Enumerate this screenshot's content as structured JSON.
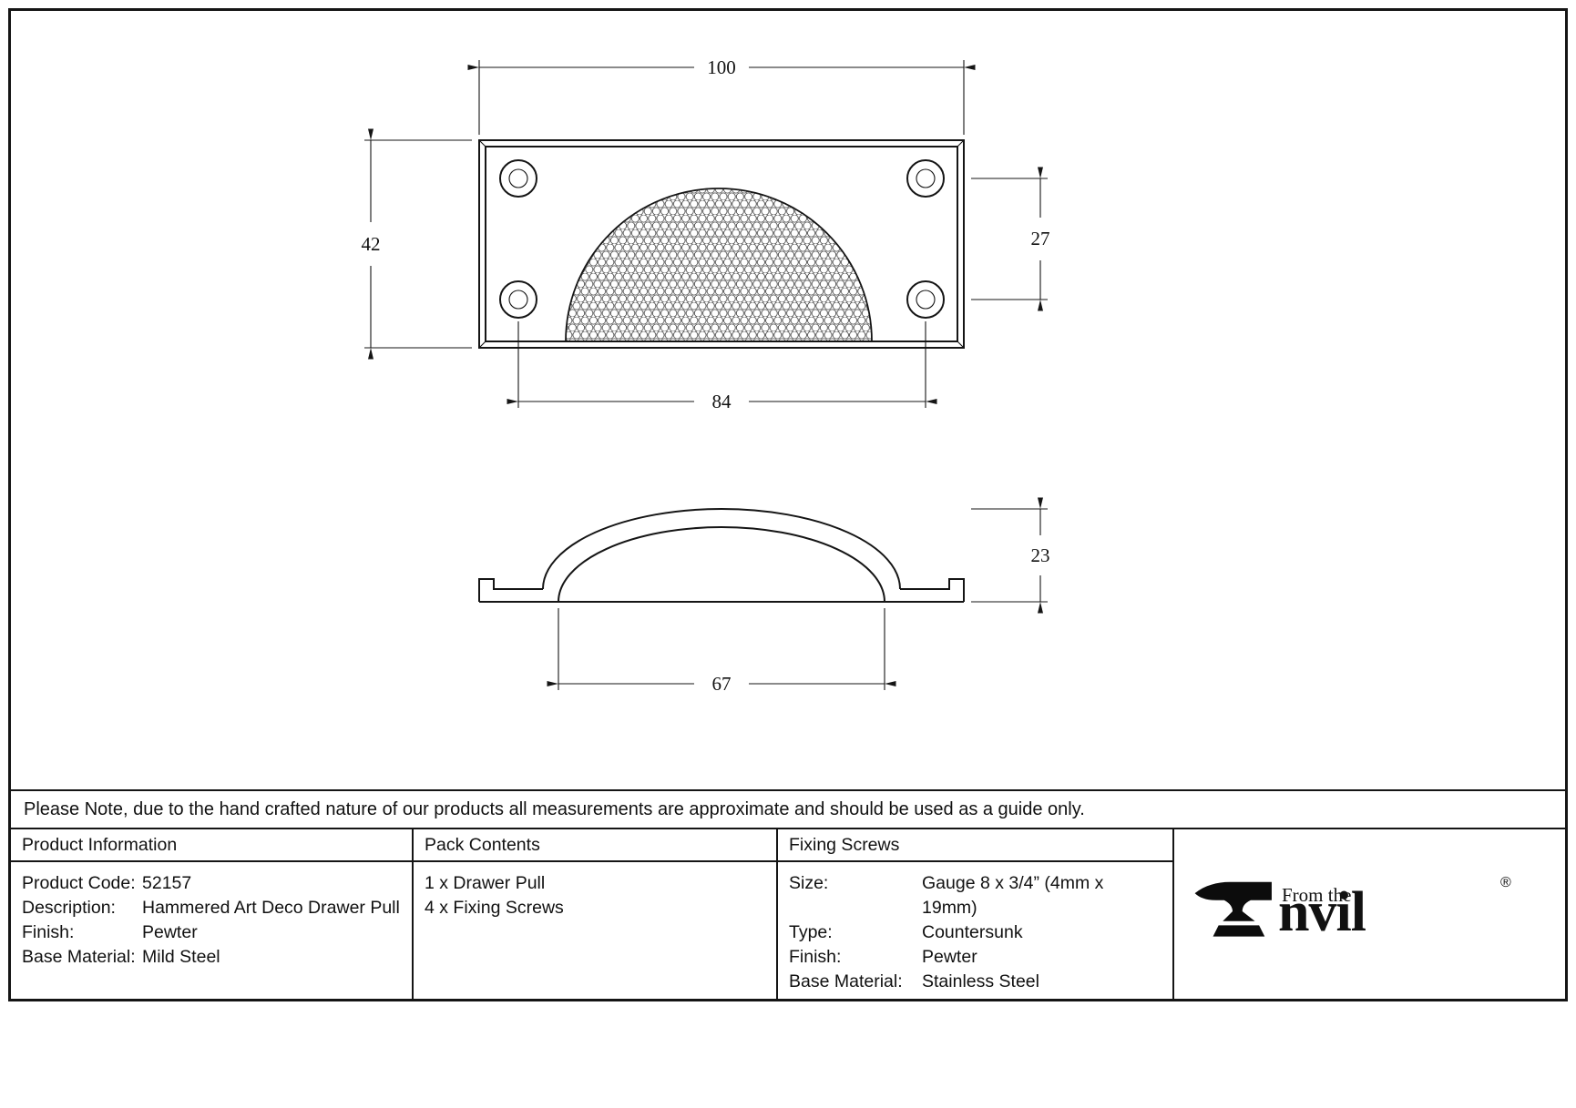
{
  "note": "Please Note, due to the hand crafted nature of our products all measurements are approximate and should be used as a guide only.",
  "drawing": {
    "top_view": {
      "overall_width_mm": "100",
      "overall_height_mm": "42",
      "hole_spacing_vertical_mm": "27",
      "hole_spacing_horizontal_mm": "84"
    },
    "front_view": {
      "height_mm": "23",
      "cup_width_mm": "67"
    }
  },
  "table": {
    "product_info": {
      "title": "Product Information",
      "rows": [
        {
          "label": "Product Code:",
          "value": "52157"
        },
        {
          "label": "Description:",
          "value": "Hammered Art Deco Drawer Pull"
        },
        {
          "label": "Finish:",
          "value": "Pewter"
        },
        {
          "label": "Base Material:",
          "value": "Mild Steel"
        }
      ]
    },
    "pack_contents": {
      "title": "Pack Contents",
      "rows": [
        "1 x Drawer Pull",
        "4 x Fixing Screws"
      ]
    },
    "fixing_screws": {
      "title": "Fixing Screws",
      "rows": [
        {
          "label": "Size:",
          "value": "Gauge 8 x 3/4” (4mm x 19mm)"
        },
        {
          "label": "Type:",
          "value": "Countersunk"
        },
        {
          "label": "Finish:",
          "value": "Pewter"
        },
        {
          "label": "Base Material:",
          "value": "Stainless Steel"
        }
      ]
    }
  },
  "logo": {
    "tagline": "From the",
    "brand_suffix": "nvil",
    "registered": "®"
  }
}
